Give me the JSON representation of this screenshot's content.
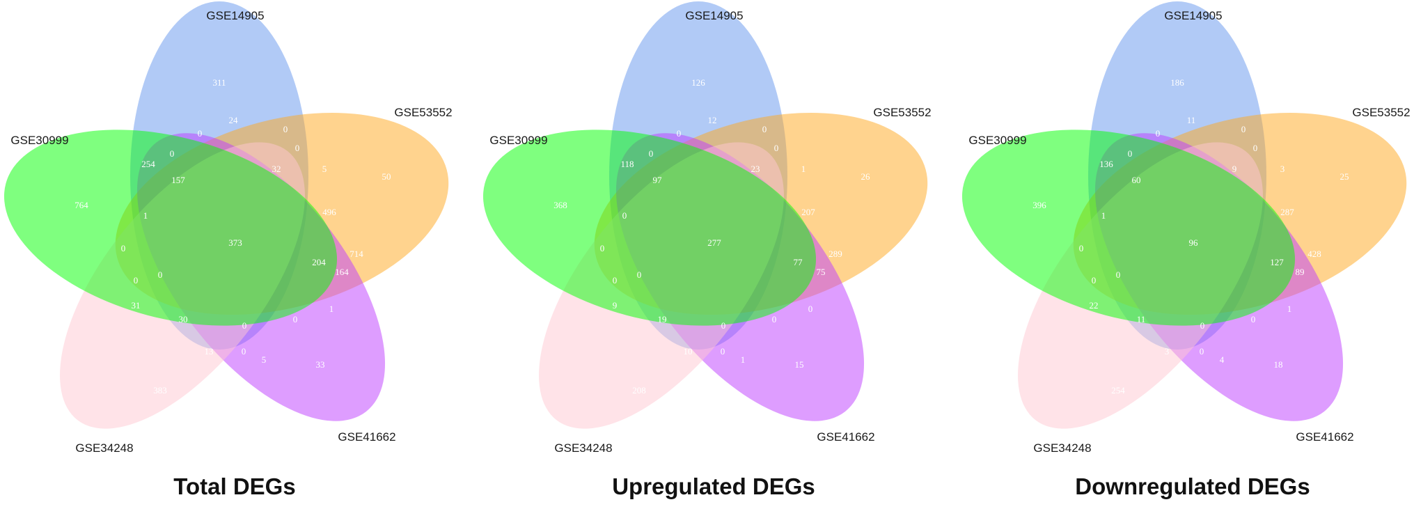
{
  "colors": {
    "GSE14905": "#6495ed",
    "GSE53552": "#ffa81e",
    "GSE41662": "#be3cff",
    "GSE34248": "#ffc8d2",
    "GSE30999": "#00ff00"
  },
  "sets": [
    "GSE14905",
    "GSE53552",
    "GSE41662",
    "GSE34248",
    "GSE30999"
  ],
  "panels": [
    {
      "title": "Total DEGs",
      "counts": {
        "A": "311",
        "B": "50",
        "C": "33",
        "D": "383",
        "E": "764",
        "AE_top": "0",
        "AB_top": "0",
        "ABE": "24",
        "AB_in": "0",
        "AE": "254",
        "AE_in": "0",
        "ABCE": "157",
        "ABC": "32",
        "AB": "5",
        "ABCD": "496",
        "E_left": "1",
        "ALL": "373",
        "BC_right": "714",
        "BCD": "204",
        "BC": "164",
        "E_ol": "0",
        "ED_ol": "0",
        "DE_ol": "0",
        "DE": "31",
        "CD_lower": "1",
        "D_mid": "30",
        "DE_mid": "0",
        "CD_mid": "0",
        "D_low": "13",
        "CD_low": "0",
        "C_low": "5"
      }
    },
    {
      "title": "Upregulated DEGs",
      "counts": {
        "A": "126",
        "B": "26",
        "C": "15",
        "D": "208",
        "E": "368",
        "AE_top": "0",
        "AB_top": "0",
        "ABE": "12",
        "AB_in": "0",
        "AE": "118",
        "AE_in": "0",
        "ABCE": "97",
        "ABC": "23",
        "AB": "1",
        "ABCD": "207",
        "E_left": "0",
        "ALL": "277",
        "BC_right": "289",
        "BCD": "77",
        "BC": "75",
        "E_ol": "0",
        "ED_ol": "0",
        "DE_ol": "0",
        "DE": "9",
        "CD_lower": "0",
        "D_mid": "19",
        "DE_mid": "0",
        "CD_mid": "0",
        "D_low": "10",
        "CD_low": "0",
        "C_low": "1"
      }
    },
    {
      "title": "Downregulated DEGs",
      "counts": {
        "A": "186",
        "B": "25",
        "C": "18",
        "D": "254",
        "E": "396",
        "AE_top": "0",
        "AB_top": "0",
        "ABE": "11",
        "AB_in": "0",
        "AE": "136",
        "AE_in": "0",
        "ABCE": "60",
        "ABC": "9",
        "AB": "3",
        "ABCD": "287",
        "E_left": "1",
        "ALL": "96",
        "BC_right": "428",
        "BCD": "127",
        "BC": "89",
        "E_ol": "0",
        "ED_ol": "0",
        "DE_ol": "0",
        "DE": "22",
        "CD_lower": "1",
        "D_mid": "11",
        "DE_mid": "0",
        "CD_mid": "0",
        "D_low": "3",
        "CD_low": "0",
        "C_low": "4"
      }
    }
  ]
}
